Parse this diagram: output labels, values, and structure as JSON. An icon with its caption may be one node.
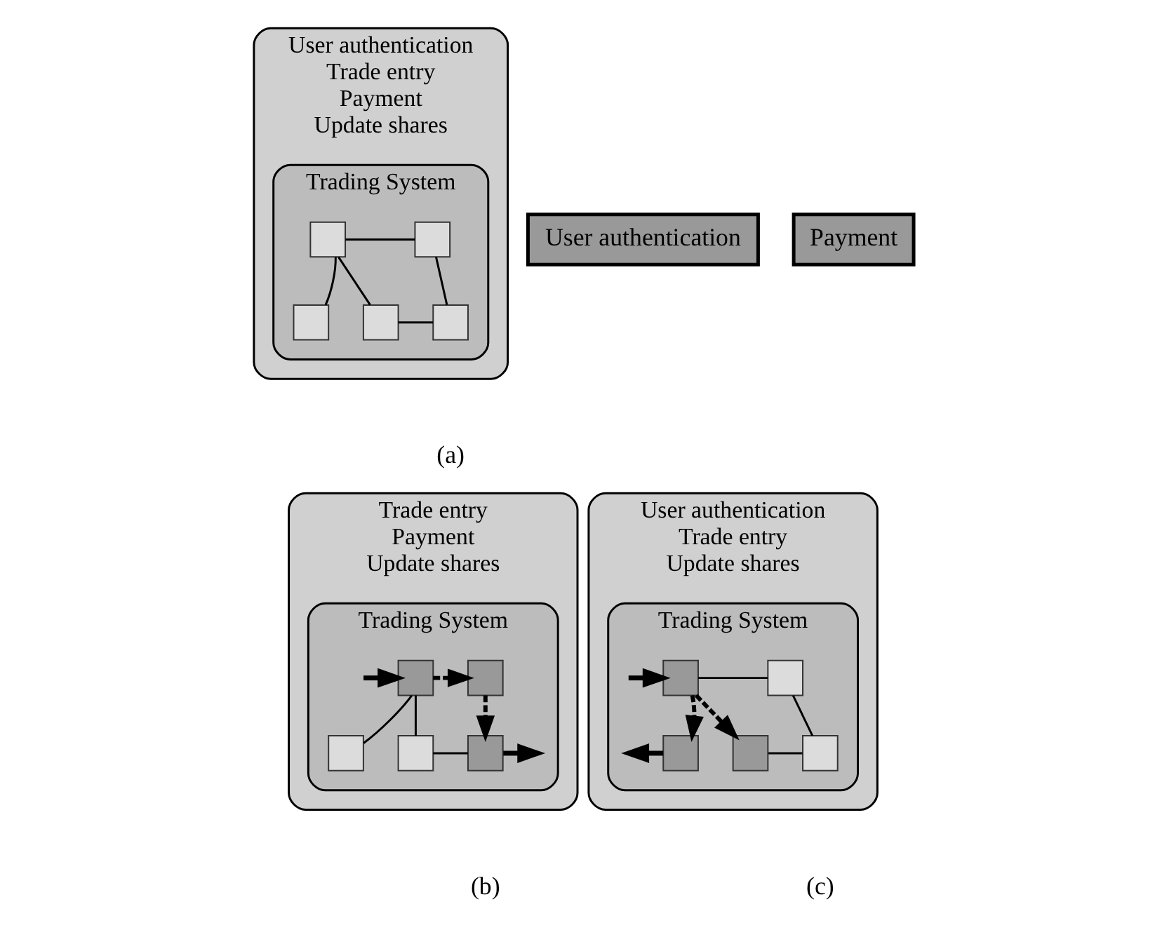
{
  "diagram": {
    "nodes": [
      {
        "text": [
          "User authentication",
          "Trade entry",
          "Payment",
          "Update shares"
        ],
        "beside": [
          "(a)"
        ]
      },
      {
        "text": [
          "Trading System"
        ],
        "in": 0
      },
      {
        "text": [],
        "shape": "box",
        "in": 1
      },
      {
        "text": [],
        "shape": "box",
        "in": 1
      },
      {
        "text": [],
        "shape": "box",
        "in": 1
      },
      {
        "text": [],
        "shape": "box",
        "in": 1
      },
      {
        "text": [],
        "shape": "box",
        "in": 1
      },
      {
        "text": [
          "Trade entry",
          "Payment",
          "Update shares"
        ],
        "beside": [
          "(b)"
        ]
      },
      {
        "text": [
          "User authentication"
        ]
      },
      {
        "text": [
          "Trading System"
        ],
        "in": 7
      },
      {
        "text": [],
        "shape": "box",
        "in": 9
      },
      {
        "text": [],
        "shape": "box",
        "in": 9
      },
      {
        "text": [],
        "shape": "box",
        "in": 9
      },
      {
        "text": [],
        "shape": "box",
        "in": 9
      },
      {
        "text": [],
        "shape": "box",
        "in": 9
      },
      {
        "text": [
          "User authentication",
          "Trade entry",
          "Update shares"
        ],
        "beside": [
          "(c)"
        ]
      },
      {
        "text": [
          "Trading System"
        ],
        "in": 15
      },
      {
        "text": [],
        "shape": "box",
        "in": 16
      },
      {
        "text": [],
        "shape": "box",
        "in": 16
      },
      {
        "text": [],
        "shape": "box",
        "in": 16
      },
      {
        "text": [],
        "shape": "box",
        "in": 16
      },
      {
        "text": [],
        "shape": "box",
        "in": 16
      },
      {
        "text": [
          "Payment"
        ]
      }
    ],
    "edges": [
      {
        "from": 2,
        "to": 3,
        "arrow": "none"
      },
      {
        "from": 2,
        "to": 4,
        "arrow": "none"
      },
      {
        "from": 2,
        "to": 5,
        "arrow": "none"
      },
      {
        "from": 3,
        "to": 6,
        "arrow": "none"
      },
      {
        "from": 5,
        "to": 6,
        "arrow": "none"
      },
      {
        "from": null,
        "to": 10,
        "arrow": "to",
        "style": "thick"
      },
      {
        "from": 10,
        "to": 11,
        "arrow": "to",
        "style": "dashed"
      },
      {
        "from": 10,
        "to": 12,
        "arrow": "none"
      },
      {
        "from": 10,
        "to": 13,
        "arrow": "none"
      },
      {
        "from": 11,
        "to": 14,
        "arrow": "to",
        "style": "dashed"
      },
      {
        "from": 13,
        "to": 14,
        "arrow": "none"
      },
      {
        "from": 14,
        "to": null,
        "arrow": "to",
        "style": "thick"
      },
      {
        "from": null,
        "to": 17,
        "arrow": "to",
        "style": "thick"
      },
      {
        "from": 17,
        "to": 18,
        "arrow": "none"
      },
      {
        "from": 17,
        "to": 19,
        "arrow": "to",
        "style": "dashed"
      },
      {
        "from": 17,
        "to": 20,
        "arrow": "to",
        "style": "dashed"
      },
      {
        "from": 18,
        "to": 21,
        "arrow": "none"
      },
      {
        "from": 20,
        "to": 21,
        "arrow": "none"
      },
      {
        "from": 19,
        "to": null,
        "arrow": "to",
        "style": "thick"
      }
    ]
  }
}
